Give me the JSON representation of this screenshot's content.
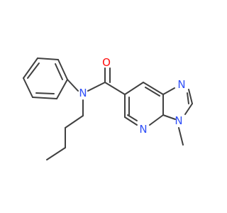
{
  "colors": {
    "bond": "#404040",
    "nitrogen": "#3050F8",
    "oxygen": "#FF0D0D",
    "carbon": "#404040",
    "background": "#ffffff"
  },
  "atoms": {
    "oxygen": {
      "label": "O",
      "element": "O"
    },
    "amide_nitrogen": {
      "label": "N",
      "element": "N"
    },
    "imidazole_n_top": {
      "label": "N",
      "element": "N"
    },
    "imidazole_n_methyl": {
      "label": "N",
      "element": "N"
    },
    "pyridine_n": {
      "label": "N",
      "element": "N"
    }
  }
}
